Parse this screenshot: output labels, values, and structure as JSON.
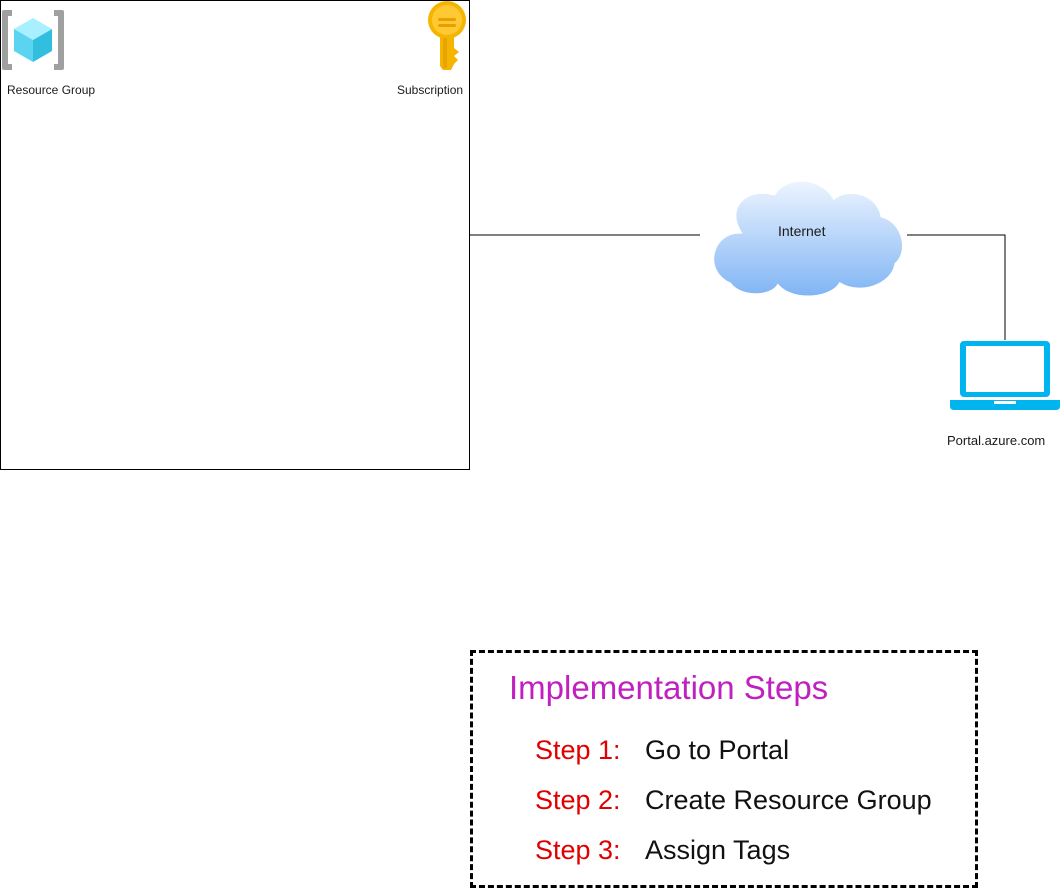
{
  "diagram": {
    "resource_group": {
      "label": "Resource Group",
      "icon": "resource-group-icon"
    },
    "subscription": {
      "label": "Subscription",
      "icon": "key-icon"
    },
    "internet": {
      "label": "Internet",
      "icon": "cloud-icon"
    },
    "portal": {
      "label": "Portal.azure.com",
      "icon": "laptop-icon"
    }
  },
  "steps_box": {
    "title": "Implementation Steps",
    "steps": [
      {
        "number": "Step 1:",
        "text": "Go to Portal"
      },
      {
        "number": "Step 2:",
        "text": "Create Resource Group"
      },
      {
        "number": "Step 3:",
        "text": "Assign Tags"
      }
    ]
  },
  "colors": {
    "title": "#c020c0",
    "step_number": "#e00000",
    "step_text": "#111111",
    "laptop": "#00b4ef",
    "key": "#f5b400",
    "cube": "#50d8f4",
    "bracket": "#999999",
    "line": "#000000"
  }
}
